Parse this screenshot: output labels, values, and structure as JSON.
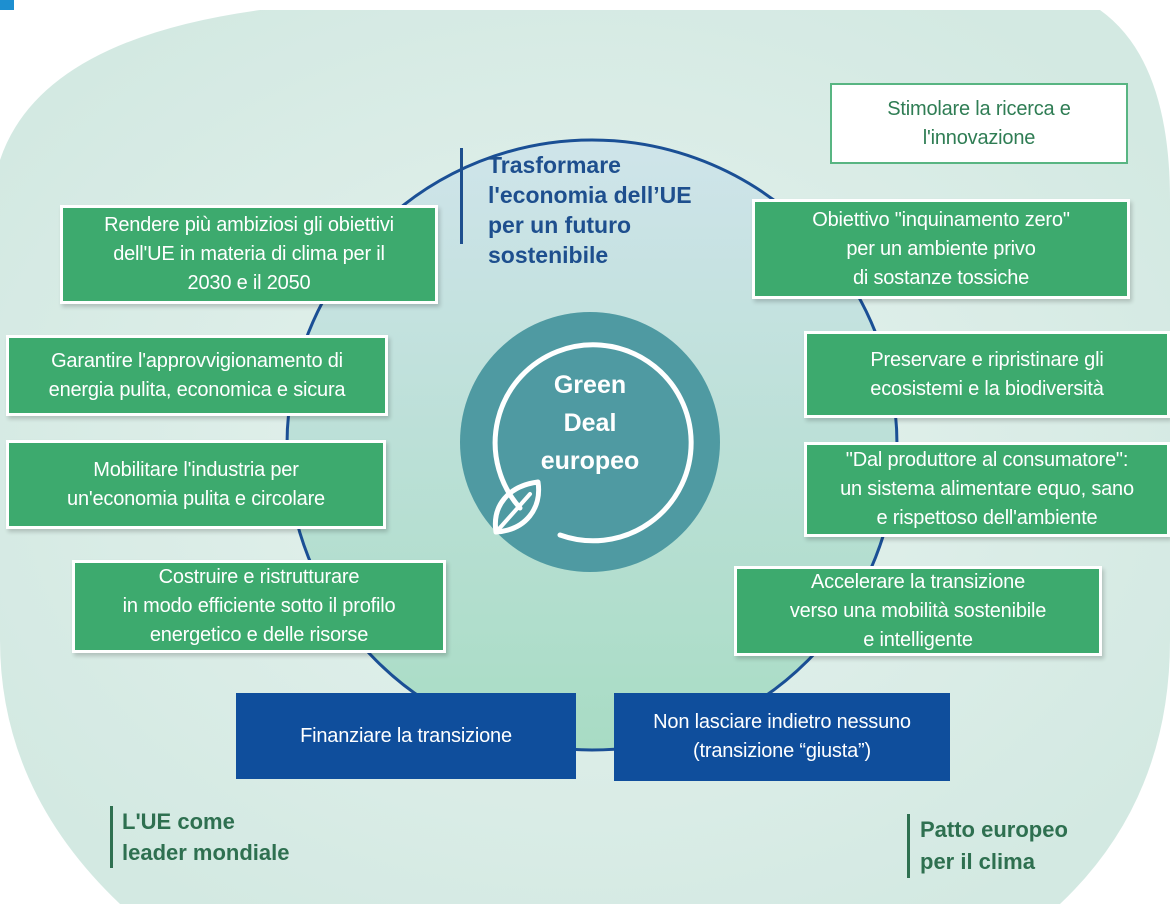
{
  "colors": {
    "background_circle": "#d6ede4",
    "ring": "#1a4f95",
    "box_green": "#3daa6e",
    "box_blue": "#0f4e9c",
    "heading_blue": "#1e4f8e",
    "heading_green": "#2e7050",
    "center_teal": "#4f9aa2"
  },
  "center": {
    "title": "Green\nDeal\neuropeo",
    "icon": "leaf-icon"
  },
  "top_heading": "Trasformare\nl'economia dell’UE\nper un futuro\nsostenibile",
  "left_boxes": [
    "Rendere più ambiziosi gli obiettivi\ndell'UE in materia di clima per il\n2030 e il 2050",
    "Garantire l'approvvigionamento di\nenergia pulita, economica e sicura",
    "Mobilitare l'industria per\nun'economia pulita e circolare",
    "Costruire e ristrutturare\nin modo efficiente sotto il profilo\nenergetico e delle risorse"
  ],
  "right_boxes": [
    "Stimolare la ricerca e\nl'innovazione",
    "Obiettivo \"inquinamento zero\"\nper un ambiente privo\ndi sostanze tossiche",
    "Preservare e ripristinare gli\necosistemi e la biodiversità",
    "\"Dal produttore al consumatore\":\nun sistema alimentare equo, sano\ne rispettoso dell'ambiente",
    "Accelerare la transizione\nverso una mobilità sostenibile\ne intelligente"
  ],
  "bottom_boxes": [
    "Finanziare la transizione",
    "Non lasciare indietro nessuno\n(transizione “giusta”)"
  ],
  "corner_left": "L'UE come\nleader mondiale",
  "corner_right": "Patto europeo\nper il clima"
}
